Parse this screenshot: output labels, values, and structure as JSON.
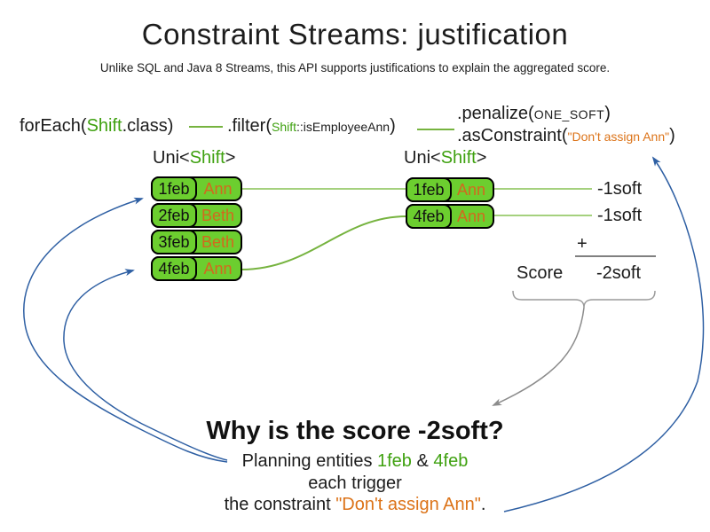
{
  "title": "Constraint Streams: justification",
  "subtitle": "Unlike SQL and Java 8 Streams, this API supports justifications to explain the aggregated score.",
  "code": {
    "foreach_pre": "forEach(",
    "foreach_type": "Shift",
    "foreach_post": ".class)",
    "filter_pre": ".filter(",
    "filter_type": "Shift",
    "filter_method": "::isEmployeeAnn",
    "filter_post": ")",
    "penalize_pre": ".penalize(",
    "penalize_arg": "ONE_SOFT",
    "penalize_post": ")",
    "asconstraint_pre": ".asConstraint(",
    "asconstraint_arg": "\"Don't assign Ann\"",
    "asconstraint_post": ")"
  },
  "uni_left": {
    "pre": "Uni<",
    "type": "Shift",
    "post": ">"
  },
  "uni_right": {
    "pre": "Uni<",
    "type": "Shift",
    "post": ">"
  },
  "left_table": {
    "rows": [
      {
        "date": "1feb",
        "name": "Ann"
      },
      {
        "date": "2feb",
        "name": "Beth"
      },
      {
        "date": "3feb",
        "name": "Beth"
      },
      {
        "date": "4feb",
        "name": "Ann"
      }
    ]
  },
  "right_table": {
    "rows": [
      {
        "date": "1feb",
        "name": "Ann"
      },
      {
        "date": "4feb",
        "name": "Ann"
      }
    ]
  },
  "scores": {
    "match1": "-1soft",
    "match2": "-1soft",
    "plus": "+",
    "score_label": "Score",
    "total": "-2soft"
  },
  "question": {
    "heading": "Why is the score -2soft?",
    "line1_pre": "Planning entities ",
    "line1_entity1": "1feb",
    "line1_amp": " & ",
    "line1_entity2": "4feb",
    "line2": "each trigger",
    "line3_pre": "the constraint ",
    "line3_constraint": "\"Don't assign Ann\"",
    "line3_post": "."
  },
  "colors": {
    "box_green": "#6cce2f",
    "type_green": "#3fa110",
    "orange": "#dc7318",
    "arrow_blue": "#2e5fa3",
    "line_light_green": "#a5d17e",
    "line_mid_green": "#76b33f",
    "gray": "#8c8c8c"
  }
}
